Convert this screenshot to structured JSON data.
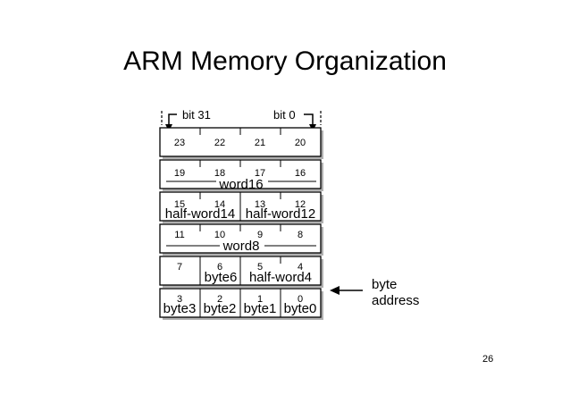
{
  "title": "ARM Memory Organization",
  "page_number": "26",
  "bit_labels": {
    "high": "bit 31",
    "low": "bit 0"
  },
  "side_label": {
    "line1": "byte",
    "line2": "address"
  },
  "rows": [
    {
      "bytes": [
        "23",
        "22",
        "21",
        "20"
      ],
      "labels": []
    },
    {
      "bytes": [
        "19",
        "18",
        "17",
        "16"
      ],
      "labels": [
        "word16"
      ]
    },
    {
      "bytes": [
        "15",
        "14",
        "13",
        "12"
      ],
      "labels": [
        "half-word14",
        "half-word12"
      ]
    },
    {
      "bytes": [
        "11",
        "10",
        "9",
        "8"
      ],
      "labels": [
        "word8"
      ]
    },
    {
      "bytes": [
        "7",
        "6",
        "5",
        "4"
      ],
      "labels": [
        "byte6",
        "half-word4"
      ]
    },
    {
      "bytes": [
        "3",
        "2",
        "1",
        "0"
      ],
      "labels": [
        "byte3",
        "byte2",
        "byte1",
        "byte0"
      ]
    }
  ]
}
